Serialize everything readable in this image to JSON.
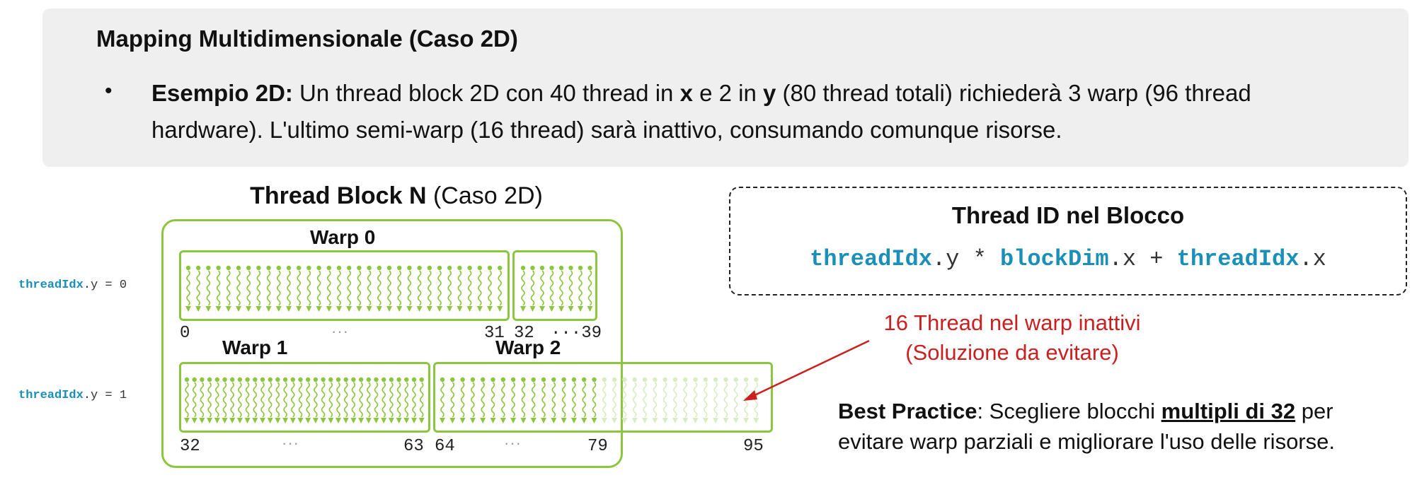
{
  "header": {
    "title": "Mapping Multidimensionale (Caso 2D)",
    "bullet_marker": "•",
    "bullet_bold": "Esempio 2D:",
    "bullet_part1": " Un thread block 2D con 40 thread in ",
    "bullet_x": "x",
    "bullet_part2": " e 2 in ",
    "bullet_y": "y",
    "bullet_part3": " (80 thread totali) richiederà 3 warp (96 thread hardware). L'ultimo semi-warp (16 thread) sarà inattivo, consumando comunque risorse."
  },
  "diagram": {
    "title_bold": "Thread Block N",
    "title_rest": " (Caso 2D)",
    "rows": [
      {
        "var": "threadIdx",
        "rest": ".y = 0"
      },
      {
        "var": "threadIdx",
        "rest": ".y = 1"
      }
    ],
    "warps": [
      {
        "label": "Warp 0"
      },
      {
        "label": "Warp 1"
      },
      {
        "label": "Warp 2"
      }
    ],
    "indices": {
      "r0_start": "0",
      "r0_dots": "···",
      "r0_w0_end": "31",
      "r0_w2_start": "32",
      "r0_w2_end": "···39",
      "r1_start": "32",
      "r1_dots": "···",
      "r1_w1_end": "63",
      "r1_w2_start": "64",
      "r1_w2_dots": "···",
      "r1_w2_active_end": "79",
      "r1_w2_end": "95"
    },
    "colors": {
      "active": "#8cc63f",
      "inactive": "#d9ecc2",
      "border": "#8cc63f"
    }
  },
  "thread_id": {
    "title": "Thread ID nel Blocco",
    "f_var1": "threadIdx",
    "f_op1": ".y * ",
    "f_var2": "blockDim",
    "f_op2": ".x + ",
    "f_var3": "threadIdx",
    "f_op3": ".x"
  },
  "annotation": {
    "line1": "16 Thread nel warp inattivi",
    "line2": "(Soluzione da evitare)"
  },
  "best_practice": {
    "label": "Best Practice",
    "part1": ": Scegliere blocchi ",
    "underlined": "multipli di 32",
    "part2": " per evitare warp parziali e migliorare l'uso delle risorse."
  }
}
